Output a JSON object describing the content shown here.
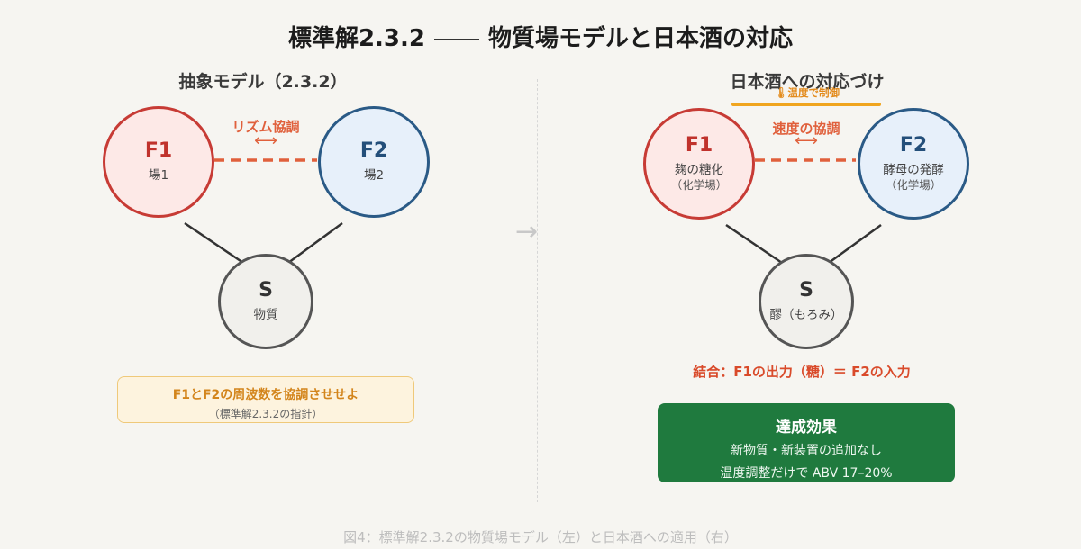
{
  "title": {
    "left": "標準解2.3.2",
    "right": "物質場モデルと日本酒の対応"
  },
  "left": {
    "heading": "抽象モデル（2.3.2）",
    "rhythm_label": "リズム協調",
    "arrow_glyph": "⟷",
    "f1": {
      "name": "F1",
      "sub": "場1"
    },
    "f2": {
      "name": "F2",
      "sub": "場2"
    },
    "s": {
      "name": "S",
      "sub": "物質"
    },
    "hint": {
      "main": "F1とF2の周波数を協調させせよ",
      "sub": "（標準解2.3.2の指針）"
    }
  },
  "center_arrow": "→",
  "right": {
    "heading": "日本酒への対応づけ",
    "temp_icon": "🌡",
    "temp_label": "温度で制御",
    "speed_label": "速度の協調",
    "arrow_glyph": "⟷",
    "f1": {
      "name": "F1",
      "sub": "麹の糖化",
      "sub2": "（化学場）"
    },
    "f2": {
      "name": "F2",
      "sub": "酵母の発酵",
      "sub2": "（化学場）"
    },
    "s": {
      "name": "S",
      "sub": "醪（もろみ）"
    },
    "coupling": "結合：F1の出力（糖）＝ F2の入力",
    "result": {
      "title": "達成効果",
      "line1": "新物質・新装置の追加なし",
      "line2": "温度調整だけで ABV 17–20%"
    }
  },
  "caption": "図4：標準解2.3.2の物質場モデル（左）と日本酒への適用（右）",
  "colors": {
    "red": "#c73b35",
    "blue": "#2a5a86",
    "orange": "#e0603c",
    "green": "#1f7a3e",
    "amber": "#f0a51f"
  }
}
